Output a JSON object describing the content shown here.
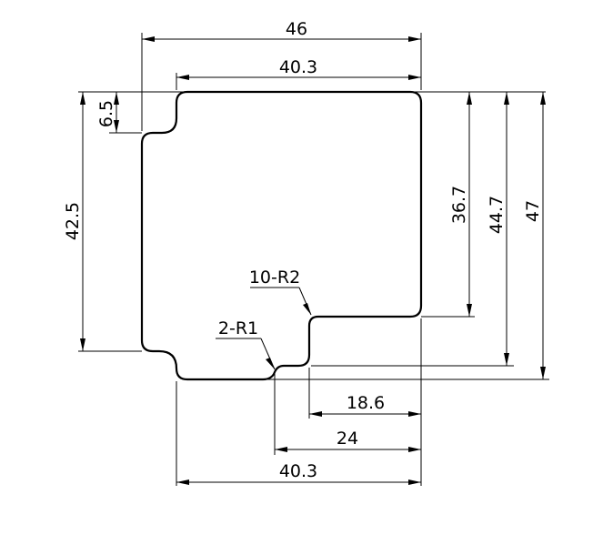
{
  "drawing": {
    "dimensions": {
      "top_overall_width": "46",
      "top_inner_width": "40.3",
      "left_notch_depth": "6.5",
      "left_height": "42.5",
      "right_inner_height": "36.7",
      "right_mid_height": "44.7",
      "right_overall_height": "47",
      "bottom_step_width": "18.6",
      "bottom_mid_width": "24",
      "bottom_inner_width": "40.3"
    },
    "callouts": {
      "radius_large": "10-R2",
      "radius_small": "2-R1"
    }
  }
}
